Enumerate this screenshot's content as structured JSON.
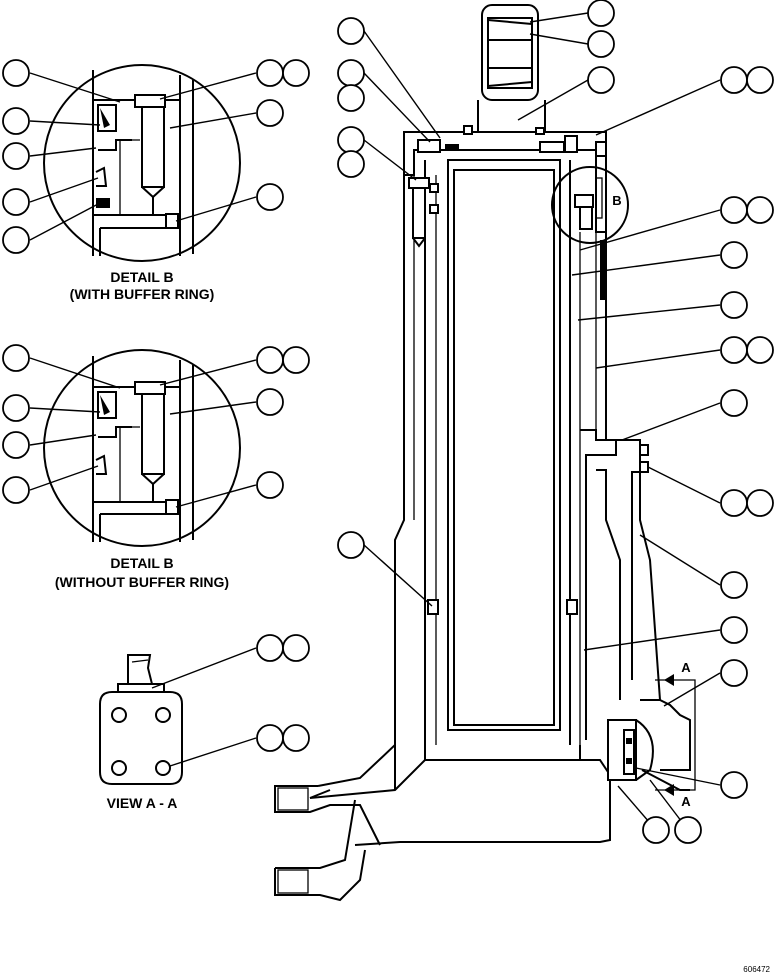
{
  "captions": {
    "detail_b_with_title": "DETAIL B",
    "detail_b_with_sub": "(WITH BUFFER RING)",
    "detail_b_without_title": "DETAIL B",
    "detail_b_without_sub": "(WITHOUT BUFFER RING)",
    "view_a": "VIEW A - A"
  },
  "labels": {
    "detail_ref": "B",
    "section_a_top": "A",
    "section_a_bottom": "A"
  },
  "figure_id": "606472"
}
